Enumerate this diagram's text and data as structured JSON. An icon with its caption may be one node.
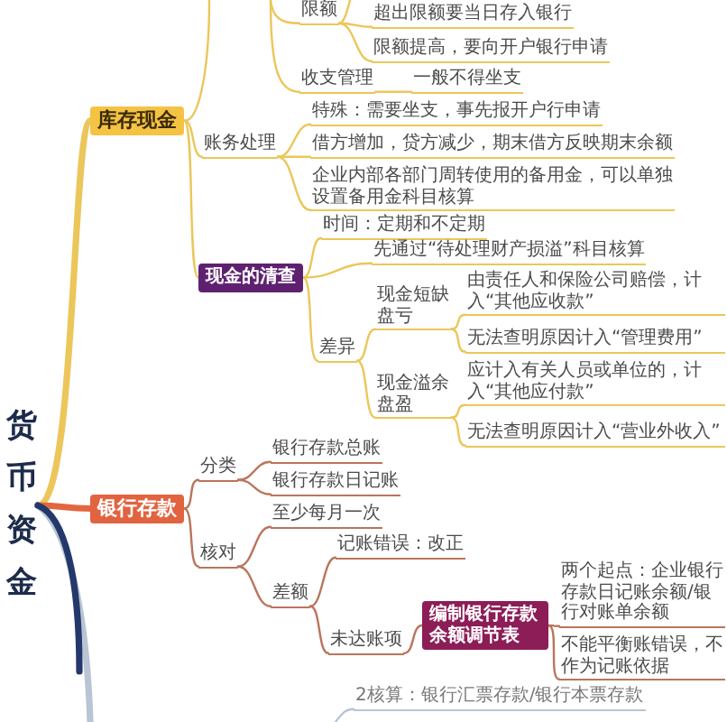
{
  "diagram": {
    "nodes": [
      {
        "text": [
          "货币资金"
        ]
      },
      {
        "text": [
          "库存现金"
        ]
      },
      {
        "text": [
          "限额"
        ]
      },
      {
        "text": [
          "超出限额要当日存入银行"
        ]
      },
      {
        "text": [
          "限额提高，要向开户银行申请"
        ]
      },
      {
        "text": [
          "收支管理"
        ]
      },
      {
        "text": [
          "一般不得坐支"
        ]
      },
      {
        "text": [
          "账务处理"
        ]
      },
      {
        "text": [
          "特殊：需要坐支，事先报开户行申请"
        ]
      },
      {
        "text": [
          "借方增加，贷方减少，期末借方反映期末余额"
        ]
      },
      {
        "text": [
          "企业内部各部门周转使用的备用金，可以单独设置备用金科目核算"
        ]
      },
      {
        "text": [
          "现金的清查"
        ]
      },
      {
        "text": [
          "时间：定期和不定期"
        ]
      },
      {
        "text": [
          "先通过“待处理财产损溢”科目核算"
        ]
      },
      {
        "text": [
          "差异"
        ]
      },
      {
        "text": [
          "现金短缺盘亏"
        ]
      },
      {
        "text": [
          "由责任人和保险公司赔偿，计入“其他应收款”"
        ]
      },
      {
        "text": [
          "无法查明原因计入“管理费用”"
        ]
      },
      {
        "text": [
          "现金溢余盘盈"
        ]
      },
      {
        "text": [
          "应计入有关人员或单位的，计入“其他应付款”"
        ]
      },
      {
        "text": [
          "无法查明原因计入“营业外收入”"
        ]
      },
      {
        "text": [
          "银行存款"
        ]
      },
      {
        "text": [
          "分类"
        ]
      },
      {
        "text": [
          "银行存款总账"
        ]
      },
      {
        "text": [
          "银行存款日记账"
        ]
      },
      {
        "text": [
          "核对"
        ]
      },
      {
        "text": [
          "至少每月一次"
        ]
      },
      {
        "text": [
          "差额"
        ]
      },
      {
        "text": [
          "记账错误：改正"
        ]
      },
      {
        "text": [
          "未达账项"
        ]
      },
      {
        "text": [
          "编制银行存款余额调节表"
        ]
      },
      {
        "text": [
          "两个起点：企业银行存款日记账余额/银行对账单余额"
        ]
      },
      {
        "text": [
          "不能平衡账错误，不作为记账依据"
        ]
      },
      {
        "text": [
          "2核算：银行汇票存款/银行本票存款"
        ]
      }
    ],
    "edges": [
      {
        "from": 0,
        "to": 1,
        "arrow": "none",
        "style": "thick"
      },
      {
        "from": 1,
        "to": null,
        "arrow": "none"
      },
      {
        "from": null,
        "to": 2,
        "arrow": "none"
      },
      {
        "from": 2,
        "to": 3,
        "arrow": "none"
      },
      {
        "from": 2,
        "to": 4,
        "arrow": "none"
      },
      {
        "from": 2,
        "to": null,
        "arrow": "none"
      },
      {
        "from": null,
        "to": 5,
        "arrow": "none"
      },
      {
        "from": 5,
        "to": 6,
        "arrow": "none"
      },
      {
        "from": 1,
        "to": 7,
        "arrow": "none"
      },
      {
        "from": 7,
        "to": 8,
        "arrow": "none"
      },
      {
        "from": 7,
        "to": 9,
        "arrow": "none"
      },
      {
        "from": 7,
        "to": 10,
        "arrow": "none"
      },
      {
        "from": 1,
        "to": 11,
        "arrow": "none"
      },
      {
        "from": 11,
        "to": 12,
        "arrow": "none"
      },
      {
        "from": 11,
        "to": 13,
        "arrow": "none"
      },
      {
        "from": 11,
        "to": 14,
        "arrow": "none"
      },
      {
        "from": 14,
        "to": 15,
        "arrow": "none"
      },
      {
        "from": 15,
        "to": 16,
        "arrow": "none"
      },
      {
        "from": 15,
        "to": 17,
        "arrow": "none"
      },
      {
        "from": 14,
        "to": 18,
        "arrow": "none"
      },
      {
        "from": 18,
        "to": 19,
        "arrow": "none"
      },
      {
        "from": 18,
        "to": 20,
        "arrow": "none"
      },
      {
        "from": 0,
        "to": 21,
        "arrow": "none",
        "style": "thick",
        "color": "#e2673f"
      },
      {
        "from": 21,
        "to": 22,
        "arrow": "none",
        "color": "#b9755c"
      },
      {
        "from": 22,
        "to": 23,
        "arrow": "none",
        "color": "#b9755c"
      },
      {
        "from": 22,
        "to": 24,
        "arrow": "none",
        "color": "#b9755c"
      },
      {
        "from": 21,
        "to": 25,
        "arrow": "none",
        "color": "#b9755c"
      },
      {
        "from": 25,
        "to": 26,
        "arrow": "none",
        "color": "#b9755c"
      },
      {
        "from": 25,
        "to": 27,
        "arrow": "none",
        "color": "#b9755c"
      },
      {
        "from": 27,
        "to": 28,
        "arrow": "none",
        "color": "#b9755c"
      },
      {
        "from": 27,
        "to": 29,
        "arrow": "none",
        "color": "#b9755c"
      },
      {
        "from": 29,
        "to": 30,
        "arrow": "none",
        "color": "#b9755c"
      },
      {
        "from": 30,
        "to": 31,
        "arrow": "none",
        "color": "#b9755c"
      },
      {
        "from": 30,
        "to": 32,
        "arrow": "none",
        "color": "#b9755c"
      },
      {
        "from": 0,
        "to": null,
        "arrow": "none",
        "style": "thick",
        "color": "#b9c4d4"
      },
      {
        "from": 0,
        "to": null,
        "arrow": "none",
        "style": "thick",
        "color": "#24386b"
      },
      {
        "from": null,
        "to": 33,
        "arrow": "none",
        "color": "#b9c4d4"
      }
    ]
  }
}
